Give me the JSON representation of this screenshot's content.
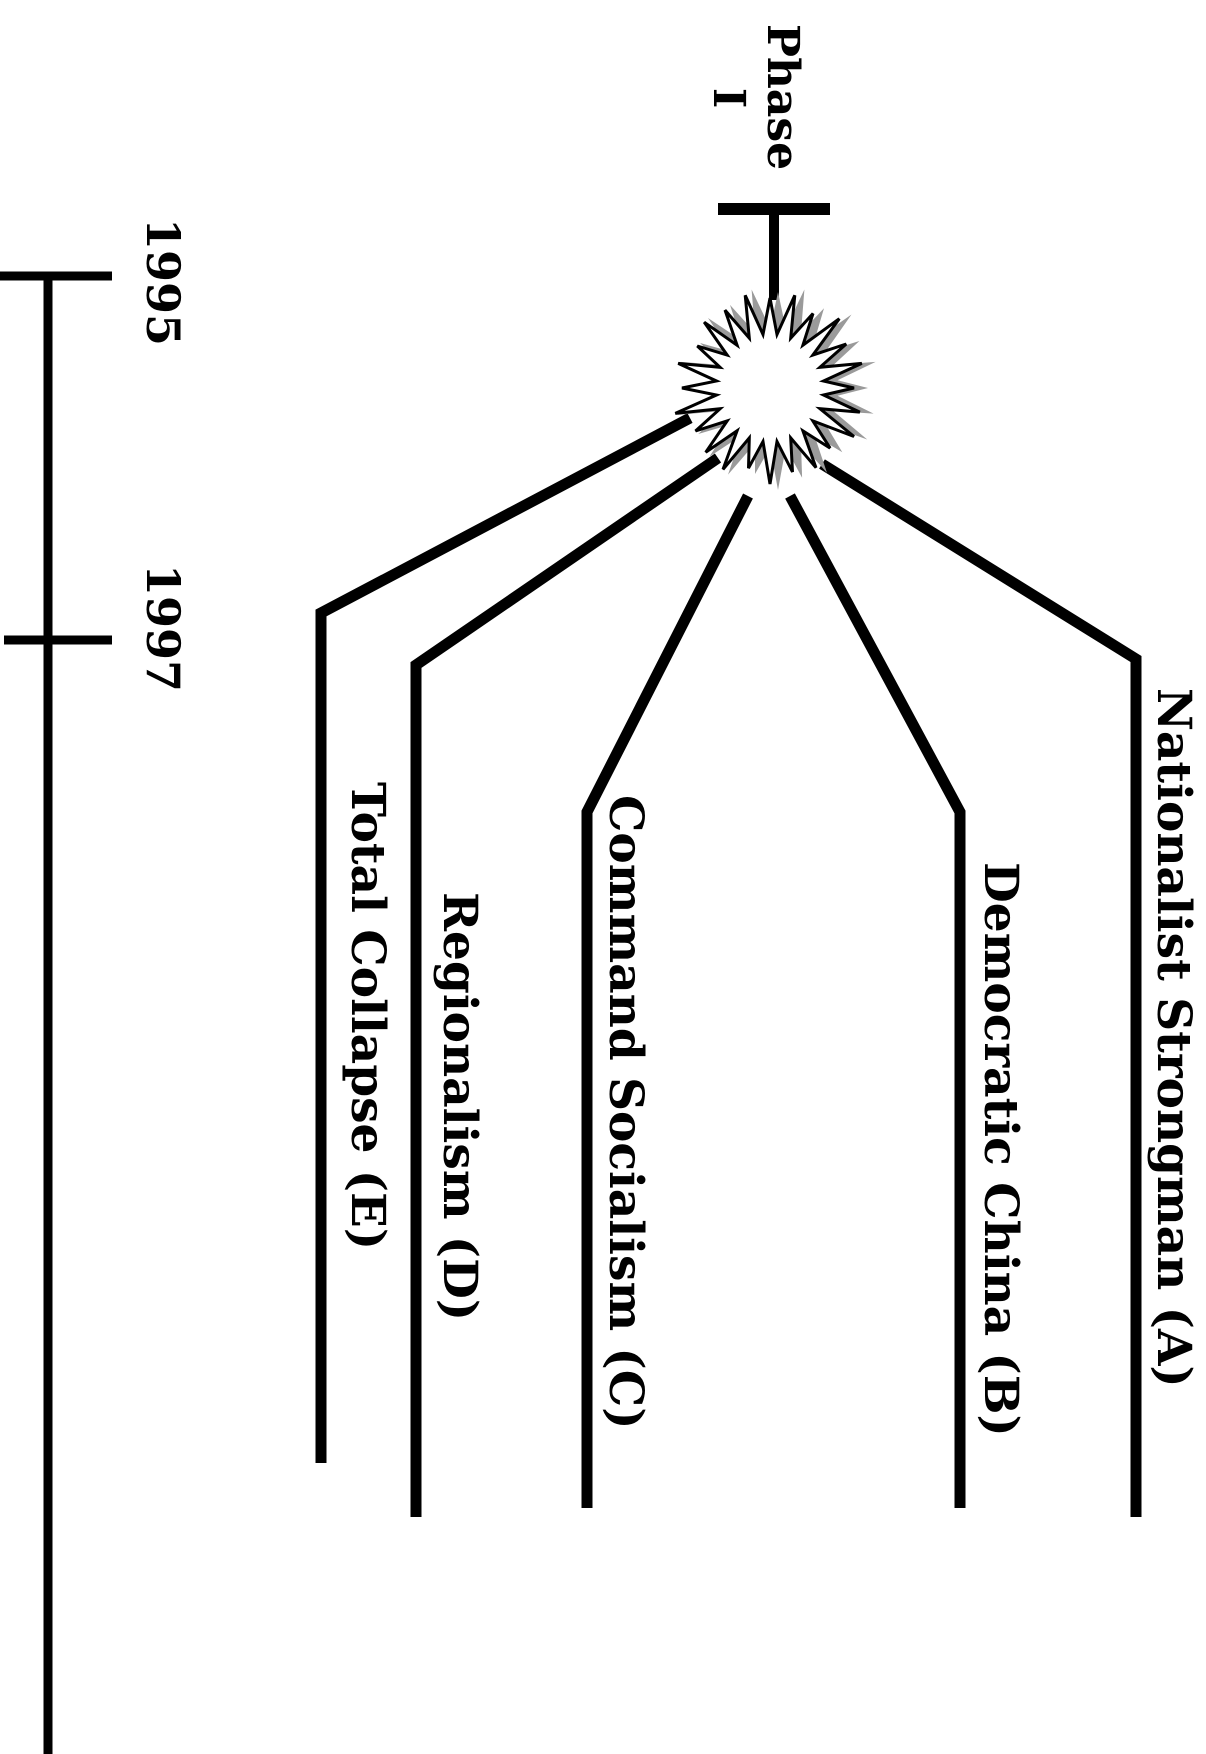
{
  "phase_marker": {
    "label_line1": "Phase",
    "label_line2": "I"
  },
  "timeline": {
    "ticks": [
      {
        "label": "1995"
      },
      {
        "label": "1997"
      }
    ]
  },
  "scenarios": [
    {
      "name": "Nationalist Strongman (A)"
    },
    {
      "name": "Democratic China (B)"
    },
    {
      "name": "Command Socialism (C)"
    },
    {
      "name": "Regionalism (D)"
    },
    {
      "name": "Total Collapse (E)"
    }
  ],
  "colors": {
    "ink": "#000000",
    "background": "#ffffff",
    "burst_shadow": "#9a9a9a"
  }
}
